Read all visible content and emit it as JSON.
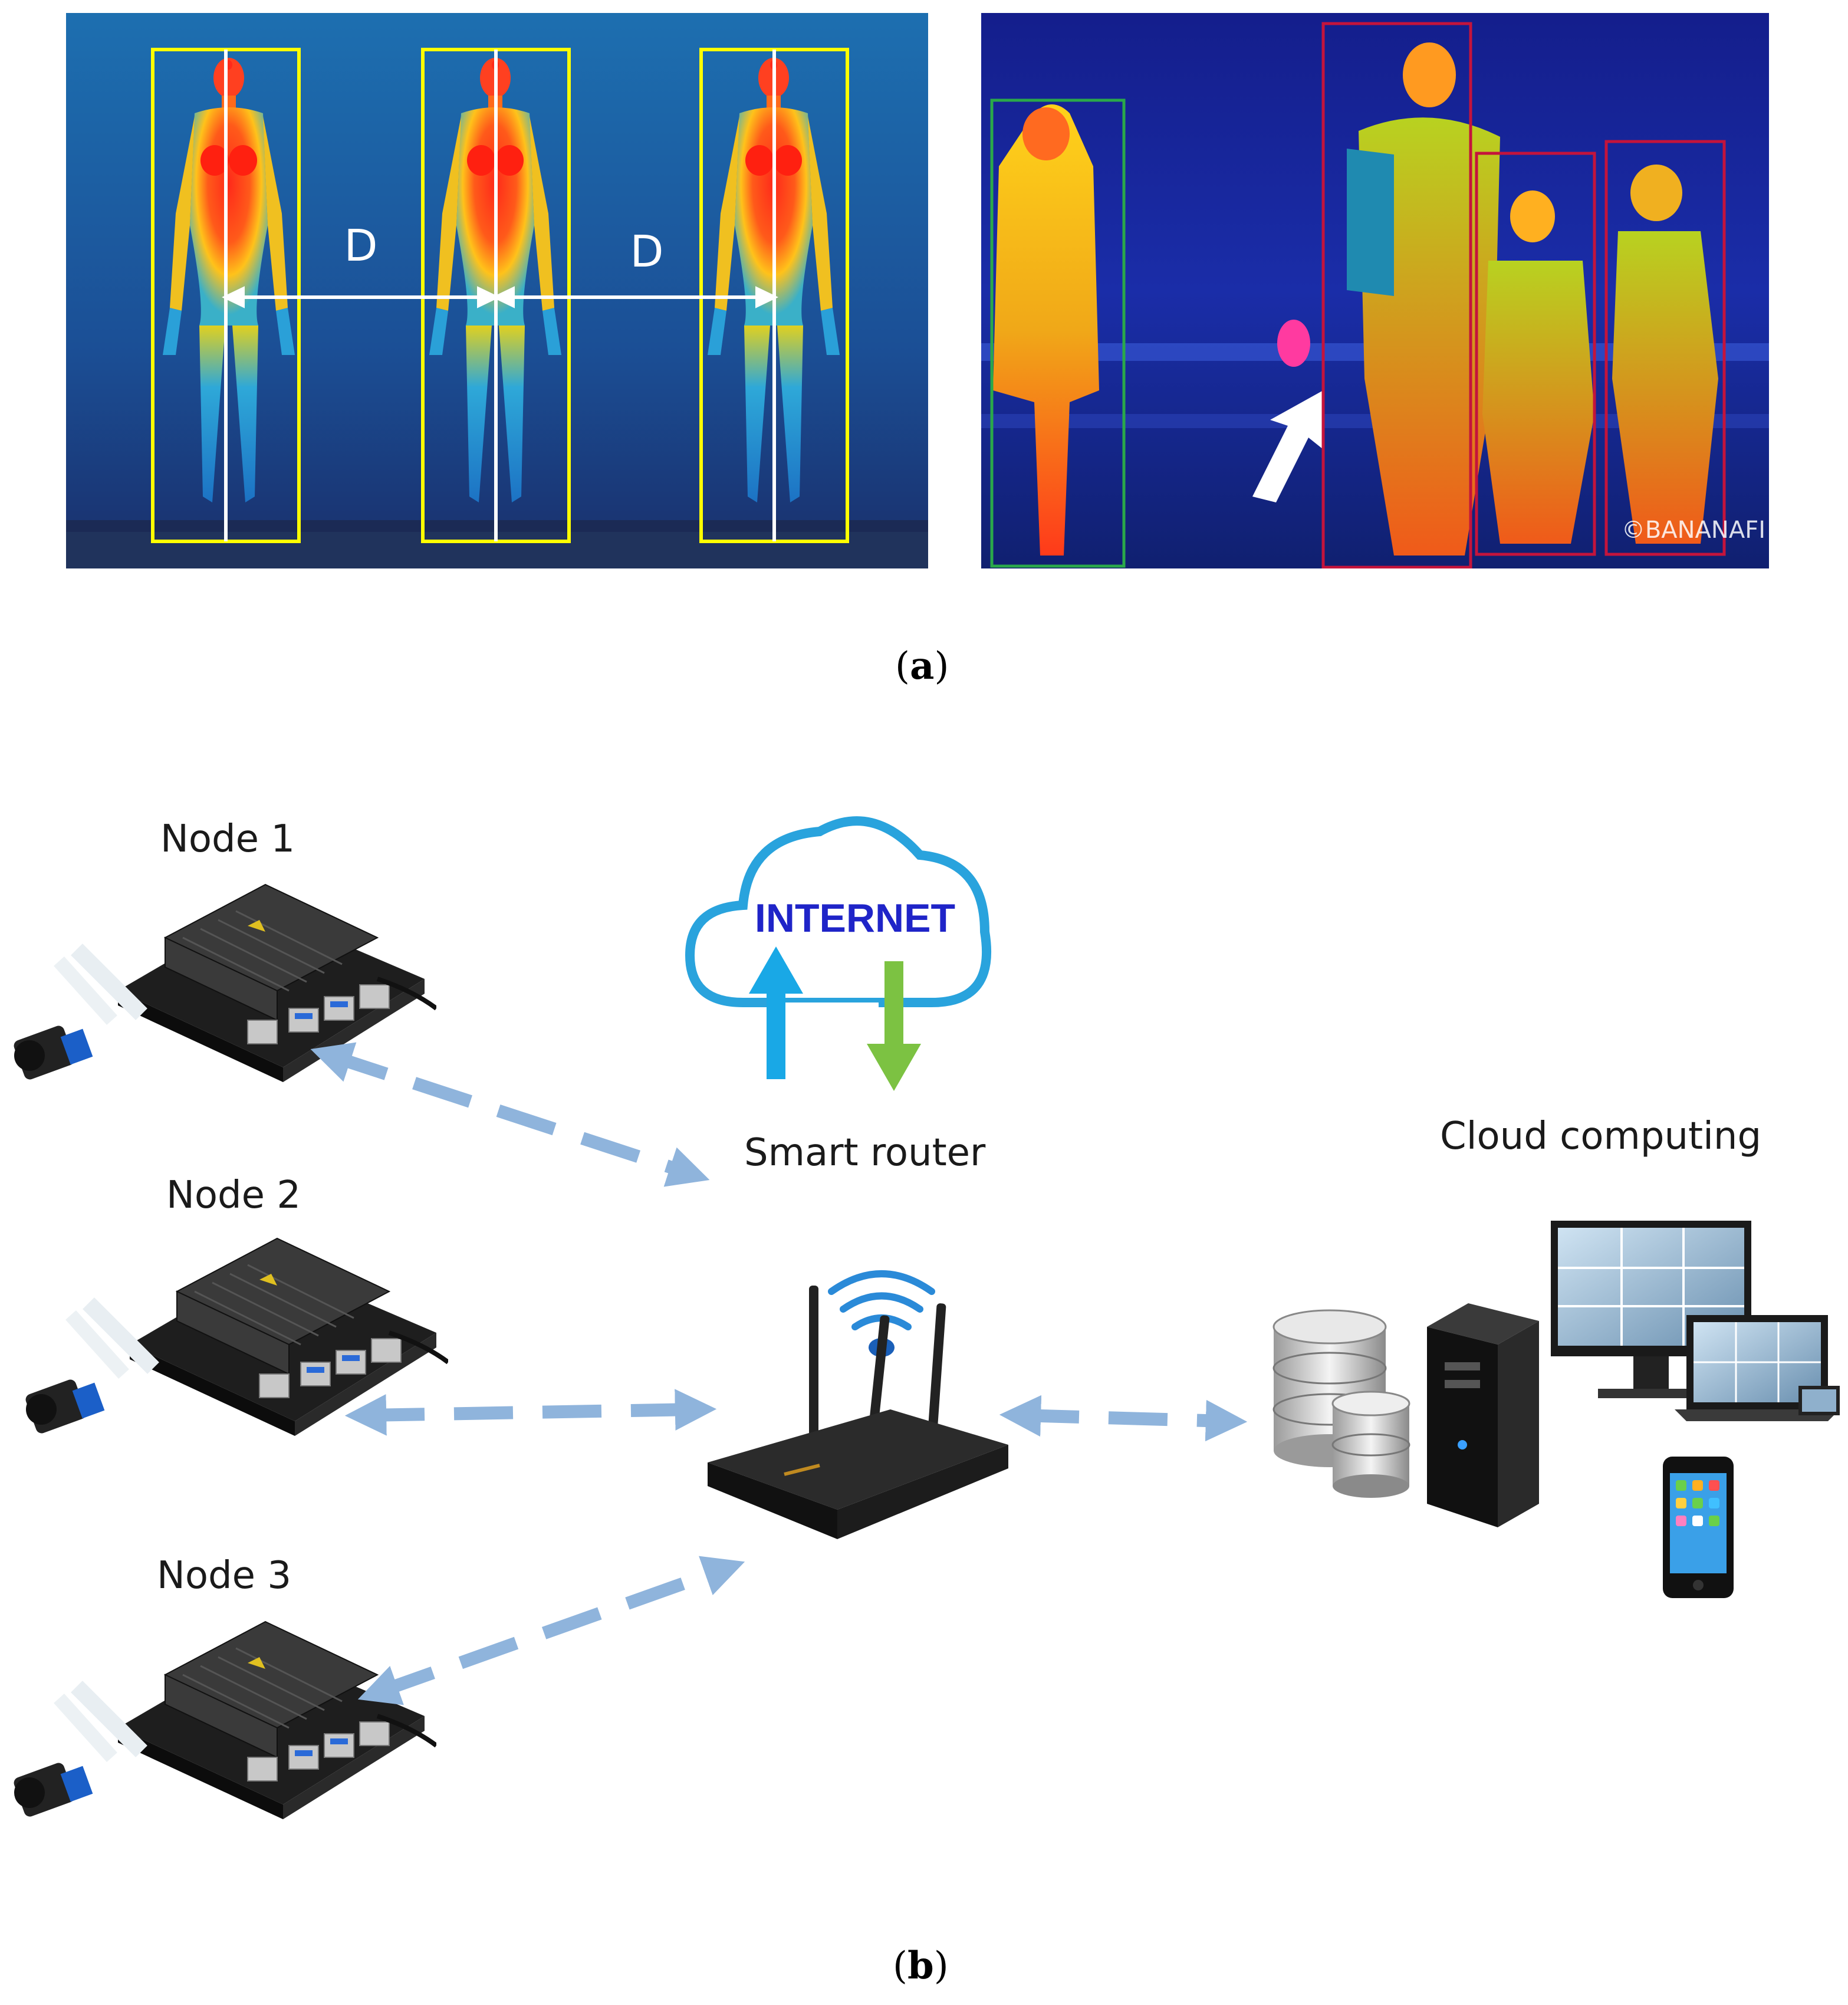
{
  "panel_a": {
    "distance_label": "D",
    "watermark": "©BANANAFI",
    "caption_open": "(",
    "caption_letter": "a",
    "caption_close": ")"
  },
  "panel_b": {
    "nodes": [
      "Node 1",
      "Node 2",
      "Node 3"
    ],
    "internet_label": "INTERNET",
    "router_label": "Smart router",
    "cloud_label": "Cloud computing",
    "caption_open": "(",
    "caption_letter": "b",
    "caption_close": ")"
  },
  "colors": {
    "bbox_yellow": "#ffff00",
    "bbox_red": "#c4143c",
    "bbox_green": "#2aa84a",
    "link_arrow": "#8fb4dc",
    "cloud_outline": "#29a3dd",
    "internet_text": "#1f24c8",
    "up_arrow": "#19a8e6",
    "down_arrow": "#7cc242"
  }
}
